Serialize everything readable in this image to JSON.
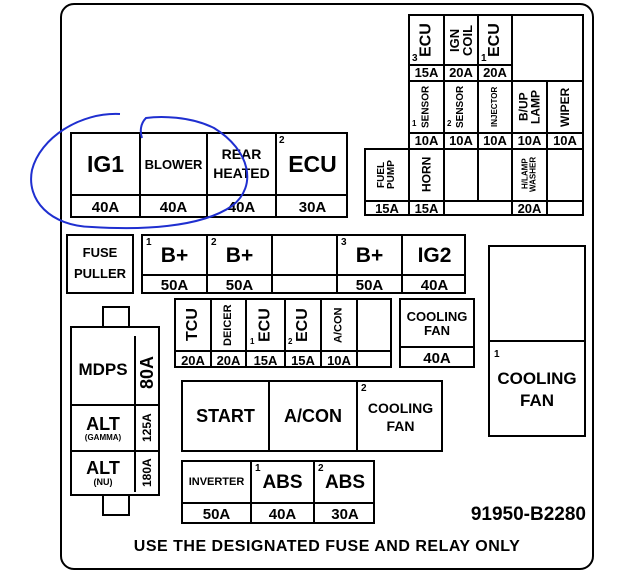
{
  "fuses": {
    "top_right": [
      {
        "num": "3",
        "name": "ECU",
        "amp": "15A"
      },
      {
        "num": "",
        "name": "IGN COIL",
        "amp": "20A"
      },
      {
        "num": "1",
        "name": "ECU",
        "amp": "20A"
      }
    ],
    "mid_right": [
      {
        "num": "1",
        "name": "SENSOR",
        "amp": "10A"
      },
      {
        "num": "2",
        "name": "SENSOR",
        "amp": "10A"
      },
      {
        "num": "",
        "name": "INJECTOR",
        "amp": "10A"
      },
      {
        "num": "",
        "name": "B/UP LAMP",
        "amp": "10A"
      },
      {
        "num": "",
        "name": "WIPER",
        "amp": "10A"
      }
    ],
    "lower_right": [
      {
        "num": "",
        "name": "FUEL PUMP",
        "amp": "15A"
      },
      {
        "num": "",
        "name": "HORN",
        "amp": "15A"
      },
      {
        "num": "",
        "name": "",
        "amp": ""
      },
      {
        "num": "",
        "name": "H/LAMP WASHER",
        "amp": "20A"
      }
    ],
    "big_row": [
      {
        "num": "",
        "name": "IG1",
        "amp": "40A"
      },
      {
        "num": "",
        "name": "BLOWER",
        "amp": "40A"
      },
      {
        "num": "",
        "name": "REAR HEATED",
        "amp": "40A"
      },
      {
        "num": "2",
        "name": "ECU",
        "amp": "30A"
      }
    ],
    "fuse_puller": "FUSE PULLER",
    "b_row": [
      {
        "num": "1",
        "name": "B+",
        "amp": "50A"
      },
      {
        "num": "2",
        "name": "B+",
        "amp": "50A"
      },
      {
        "num": "",
        "name": "",
        "amp": ""
      },
      {
        "num": "3",
        "name": "B+",
        "amp": "50A"
      },
      {
        "num": "",
        "name": "IG2",
        "amp": "40A"
      }
    ],
    "small_row": [
      {
        "num": "",
        "name": "TCU",
        "amp": "20A"
      },
      {
        "num": "",
        "name": "DEICER",
        "amp": "20A"
      },
      {
        "num": "1",
        "name": "ECU",
        "amp": "15A"
      },
      {
        "num": "2",
        "name": "ECU",
        "amp": "15A"
      },
      {
        "num": "",
        "name": "A/CON",
        "amp": "10A"
      }
    ],
    "cooling_fan_small": {
      "name": "COOLING FAN",
      "amp": "40A"
    },
    "left_column": [
      {
        "name": "MDPS",
        "amp": "80A"
      },
      {
        "name": "ALT",
        "sub": "(GAMMA)",
        "amp": "125A"
      },
      {
        "name": "ALT",
        "sub": "(NU)",
        "amp": "180A"
      }
    ]
  },
  "relays": {
    "start": "START",
    "acon": "A/CON",
    "cooling_fan_2": {
      "num": "2",
      "name": "COOLING FAN"
    },
    "cooling_fan_1": {
      "num": "1",
      "name": "COOLING FAN"
    }
  },
  "bottom_row": [
    {
      "num": "",
      "name": "INVERTER",
      "amp": "50A"
    },
    {
      "num": "1",
      "name": "ABS",
      "amp": "40A"
    },
    {
      "num": "2",
      "name": "ABS",
      "amp": "30A"
    }
  ],
  "part_number": "91950-B2280",
  "footer": "USE THE DESIGNATED FUSE AND RELAY ONLY",
  "annotation_color": "#1f2fd0"
}
